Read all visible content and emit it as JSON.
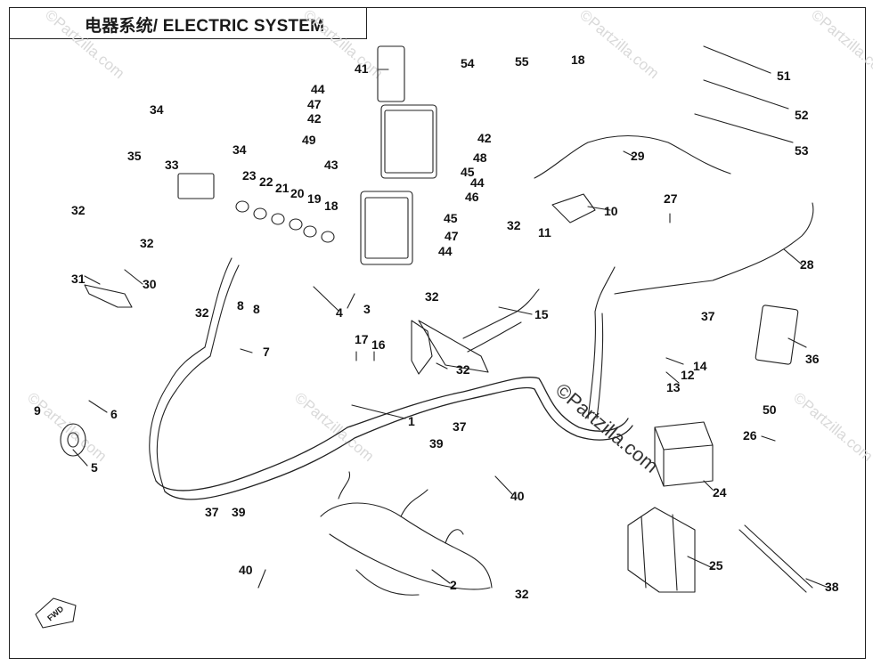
{
  "title": "电器系统/ ELECTRIC SYSTEM",
  "watermark": "©Partzilla.com",
  "watermark_center": "©Partzilla.com",
  "fwd_label": "FWD",
  "callouts": [
    {
      "id": "c1",
      "text": "1"
    },
    {
      "id": "c2",
      "text": "2"
    },
    {
      "id": "c3",
      "text": "3"
    },
    {
      "id": "c4",
      "text": "4"
    },
    {
      "id": "c5",
      "text": "5"
    },
    {
      "id": "c6",
      "text": "6"
    },
    {
      "id": "c7",
      "text": "7"
    },
    {
      "id": "c8a",
      "text": "8"
    },
    {
      "id": "c8b",
      "text": "8"
    },
    {
      "id": "c9",
      "text": "9"
    },
    {
      "id": "c10",
      "text": "10"
    },
    {
      "id": "c11",
      "text": "11"
    },
    {
      "id": "c12",
      "text": "12"
    },
    {
      "id": "c13",
      "text": "13"
    },
    {
      "id": "c14",
      "text": "14"
    },
    {
      "id": "c15",
      "text": "15"
    },
    {
      "id": "c16",
      "text": "16"
    },
    {
      "id": "c17",
      "text": "17"
    },
    {
      "id": "c18a",
      "text": "18"
    },
    {
      "id": "c18b",
      "text": "18"
    },
    {
      "id": "c19",
      "text": "19"
    },
    {
      "id": "c20",
      "text": "20"
    },
    {
      "id": "c21",
      "text": "21"
    },
    {
      "id": "c22",
      "text": "22"
    },
    {
      "id": "c23",
      "text": "23"
    },
    {
      "id": "c24",
      "text": "24"
    },
    {
      "id": "c25",
      "text": "25"
    },
    {
      "id": "c26",
      "text": "26"
    },
    {
      "id": "c27",
      "text": "27"
    },
    {
      "id": "c28",
      "text": "28"
    },
    {
      "id": "c29",
      "text": "29"
    },
    {
      "id": "c30",
      "text": "30"
    },
    {
      "id": "c31",
      "text": "31"
    },
    {
      "id": "c32a",
      "text": "32"
    },
    {
      "id": "c32b",
      "text": "32"
    },
    {
      "id": "c32c",
      "text": "32"
    },
    {
      "id": "c32d",
      "text": "32"
    },
    {
      "id": "c32e",
      "text": "32"
    },
    {
      "id": "c32f",
      "text": "32"
    },
    {
      "id": "c32g",
      "text": "32"
    },
    {
      "id": "c33",
      "text": "33"
    },
    {
      "id": "c34a",
      "text": "34"
    },
    {
      "id": "c34b",
      "text": "34"
    },
    {
      "id": "c35",
      "text": "35"
    },
    {
      "id": "c36",
      "text": "36"
    },
    {
      "id": "c37a",
      "text": "37"
    },
    {
      "id": "c37b",
      "text": "37"
    },
    {
      "id": "c37c",
      "text": "37"
    },
    {
      "id": "c38",
      "text": "38"
    },
    {
      "id": "c39a",
      "text": "39"
    },
    {
      "id": "c39b",
      "text": "39"
    },
    {
      "id": "c40a",
      "text": "40"
    },
    {
      "id": "c40b",
      "text": "40"
    },
    {
      "id": "c41",
      "text": "41"
    },
    {
      "id": "c42a",
      "text": "42"
    },
    {
      "id": "c42b",
      "text": "42"
    },
    {
      "id": "c43",
      "text": "43"
    },
    {
      "id": "c44a",
      "text": "44"
    },
    {
      "id": "c44b",
      "text": "44"
    },
    {
      "id": "c44c",
      "text": "44"
    },
    {
      "id": "c45a",
      "text": "45"
    },
    {
      "id": "c45b",
      "text": "45"
    },
    {
      "id": "c46",
      "text": "46"
    },
    {
      "id": "c47a",
      "text": "47"
    },
    {
      "id": "c47b",
      "text": "47"
    },
    {
      "id": "c48",
      "text": "48"
    },
    {
      "id": "c49",
      "text": "49"
    },
    {
      "id": "c50",
      "text": "50"
    },
    {
      "id": "c51",
      "text": "51"
    },
    {
      "id": "c52",
      "text": "52"
    },
    {
      "id": "c53",
      "text": "53"
    },
    {
      "id": "c54",
      "text": "54"
    },
    {
      "id": "c55",
      "text": "55"
    }
  ]
}
